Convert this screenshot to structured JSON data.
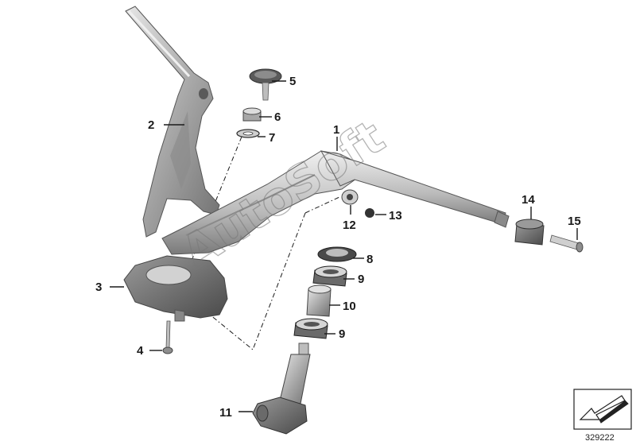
{
  "callouts": [
    {
      "label": "1"
    },
    {
      "label": "2"
    },
    {
      "label": "3"
    },
    {
      "label": "4"
    },
    {
      "label": "5"
    },
    {
      "label": "6"
    },
    {
      "label": "7"
    },
    {
      "label": "8"
    },
    {
      "label": "9"
    },
    {
      "label": "9"
    },
    {
      "label": "10"
    },
    {
      "label": "11"
    },
    {
      "label": "12"
    },
    {
      "label": "13"
    },
    {
      "label": "14"
    },
    {
      "label": "15"
    }
  ],
  "watermark": "AutoSoft",
  "reference_number": "329222"
}
